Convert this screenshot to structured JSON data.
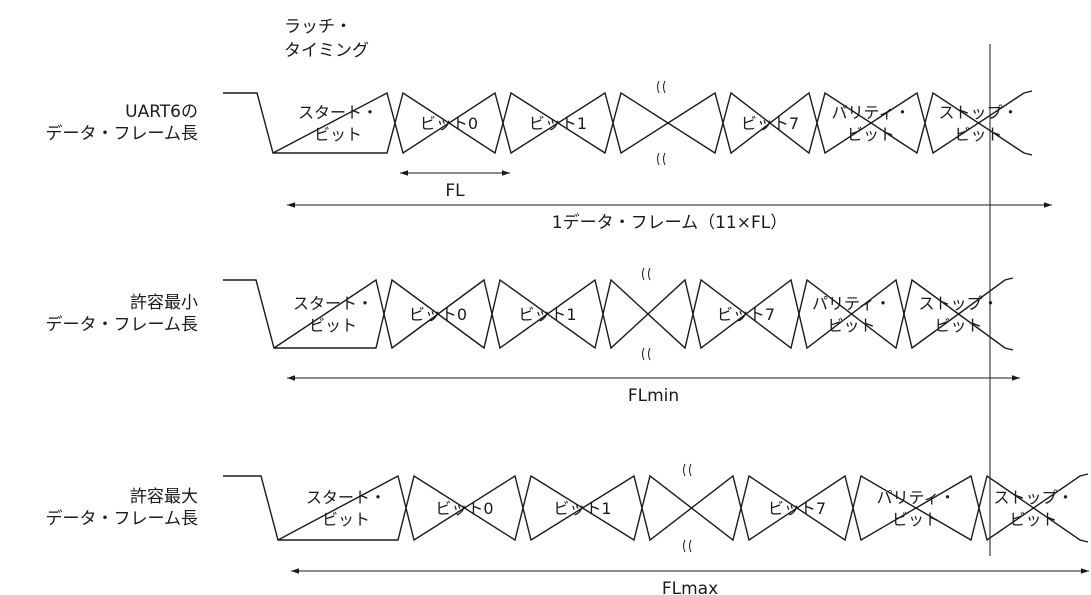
{
  "latch_label": [
    "ラッチ・",
    "タイミング"
  ],
  "rows": [
    {
      "label": [
        "UART6の",
        "データ・フレーム長"
      ],
      "cells": [
        [
          "スタート・",
          "ビット"
        ],
        [
          "ビット0"
        ],
        [
          "ビット1"
        ],
        [],
        [
          "ビット7"
        ],
        [
          "パリティ・",
          "ビット"
        ],
        [
          "ストップ・",
          "ビット"
        ]
      ],
      "fl_label": "FL",
      "span_label": "1データ・フレーム（11×FL）"
    },
    {
      "label": [
        "許容最小",
        "データ・フレーム長"
      ],
      "cells": [
        [
          "スタート・",
          "ビット"
        ],
        [
          "ビット0"
        ],
        [
          "ビット1"
        ],
        [],
        [
          "ビット7"
        ],
        [
          "パリティ・",
          "ビット"
        ],
        [
          "ストップ・",
          "ビット"
        ]
      ],
      "span_label": "FLmin"
    },
    {
      "label": [
        "許容最大",
        "データ・フレーム長"
      ],
      "cells": [
        [
          "スタート・",
          "ビット"
        ],
        [
          "ビット0"
        ],
        [
          "ビット1"
        ],
        [],
        [
          "ビット7"
        ],
        [
          "パリティ・",
          "ビット"
        ],
        [
          "ストップ・",
          "ビット"
        ]
      ],
      "span_label": "FLmax"
    }
  ]
}
